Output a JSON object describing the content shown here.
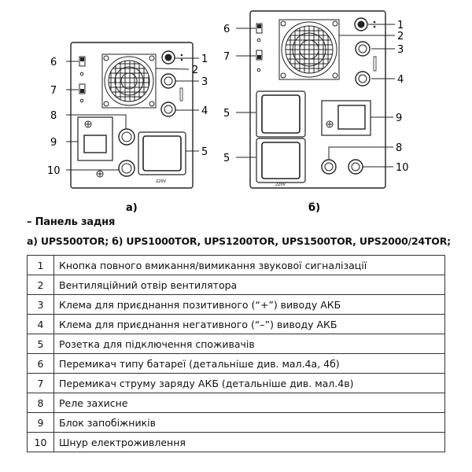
{
  "diagram": {
    "panel_a": {
      "caption": "а)",
      "voltage_label": "220V",
      "callouts": [
        "1",
        "2",
        "3",
        "4",
        "5",
        "6",
        "7",
        "8",
        "9",
        "10"
      ]
    },
    "panel_b": {
      "caption": "б)",
      "voltage_label": "220V",
      "callouts": [
        "1",
        "2",
        "3",
        "4",
        "5",
        "5",
        "6",
        "7",
        "8",
        "9",
        "10"
      ]
    }
  },
  "heading": "– Панель задня",
  "subheading": "а) UPS500TOR; б) UPS1000TOR, UPS1200TOR, UPS1500TOR, UPS2000/24TOR;",
  "legend": [
    {
      "num": "1",
      "text": "Кнопка повного вмикання/вимикання звукової сигналізації"
    },
    {
      "num": "2",
      "text": "Вентиляційний отвір вентилятора"
    },
    {
      "num": "3",
      "text": "Клема для приєднання позитивного (“+”) виводу АКБ"
    },
    {
      "num": "4",
      "text": "Клема для приєднання негативного (“–”) виводу АКБ"
    },
    {
      "num": "5",
      "text": "Розетка для підключення споживачів"
    },
    {
      "num": "6",
      "text": "Перемикач типу батареї (детальніше див. мал.4а, 4б)"
    },
    {
      "num": "7",
      "text": "Перемикач струму заряду АКБ (детальніше див. мал.4в)"
    },
    {
      "num": "8",
      "text": "Реле захисне"
    },
    {
      "num": "9",
      "text": "Блок запобіжників"
    },
    {
      "num": "10",
      "text": "Шнур електроживлення"
    }
  ]
}
